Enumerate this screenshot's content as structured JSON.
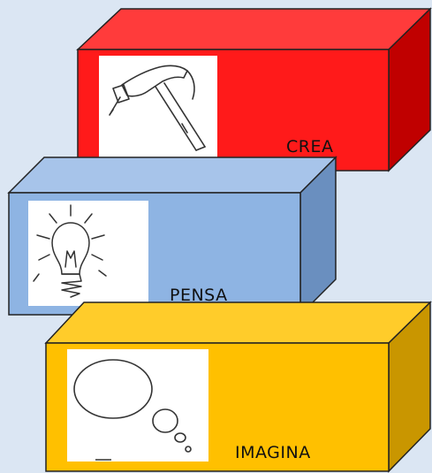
{
  "blocks": [
    {
      "id": "crea",
      "label": "CREA",
      "icon": "hammer-and-nail-icon",
      "colors": {
        "front": "#ff1a1a",
        "top": "#ff3b3b",
        "side": "#c00000"
      }
    },
    {
      "id": "pensa",
      "label": "PENSA",
      "icon": "light-bulb-icon",
      "colors": {
        "front": "#8eb4e3",
        "top": "#a7c4ea",
        "side": "#6a8fbf"
      }
    },
    {
      "id": "imagina",
      "label": "IMAGINA",
      "icon": "thought-bubble-icon",
      "colors": {
        "front": "#ffc000",
        "top": "#ffcc2a",
        "side": "#c99600"
      }
    }
  ],
  "background": "#dbe6f3"
}
